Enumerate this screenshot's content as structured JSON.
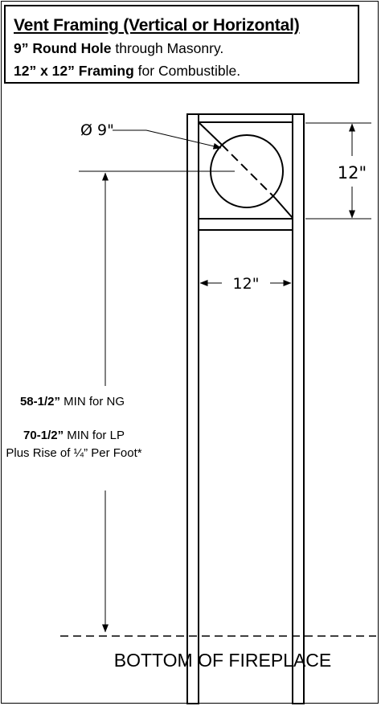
{
  "header": {
    "title": "Vent Framing (Vertical or Horizontal)",
    "line2_bold": "9” Round Hole",
    "line2_rest": " through Masonry.",
    "line3_bold": "12” x 12” Framing",
    "line3_rest": " for Combustible."
  },
  "diagram": {
    "diameter_label": "Ø 9\"",
    "height_label": "12\"",
    "width_label": "12\"",
    "ng_bold": "58-1/2”",
    "ng_rest": " MIN for NG",
    "lp_bold": "70-1/2”",
    "lp_rest": " MIN for LP",
    "rise_note": "Plus Rise of ¼” Per Foot*",
    "bottom_label": "BOTTOM OF FIREPLACE"
  }
}
